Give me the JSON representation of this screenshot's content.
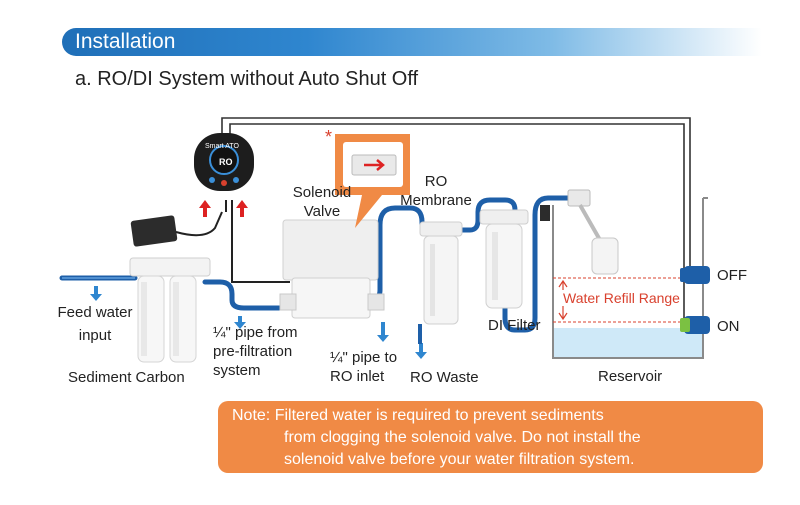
{
  "header": {
    "section": "Installation",
    "subtitle": "a. RO/DI System without Auto Shut Off"
  },
  "labels": {
    "feed_water_1": "Feed water",
    "feed_water_2": "input",
    "sediment_carbon": "Sediment Carbon",
    "pipe_pre_1": "¼\" pipe from",
    "pipe_pre_2": "pre-filtration",
    "pipe_pre_3": "system",
    "pipe_ro_1": "¼\" pipe to",
    "pipe_ro_2": "RO inlet",
    "solenoid_1": "Solenoid",
    "solenoid_2": "Valve",
    "ro_membrane_1": "RO",
    "ro_membrane_2": "Membrane",
    "ro_waste": "RO Waste",
    "di_filter": "DI Filter",
    "water_refill_range": "Water Refill Range",
    "reservoir": "Reservoir",
    "off": "OFF",
    "on": "ON",
    "asterisk": "*",
    "ato_brand": "Smart ATO",
    "ato_ro": "RO"
  },
  "note": {
    "line1": "Note: Filtered water is required to prevent sediments",
    "line2": "from clogging the solenoid valve. Do not install the",
    "line3": "solenoid valve before your water filtration system."
  },
  "colors": {
    "pipe": "#1e5fa8",
    "note_bg": "#f08a45",
    "banner": "#2f86cf",
    "accent_red": "#d9412e"
  }
}
